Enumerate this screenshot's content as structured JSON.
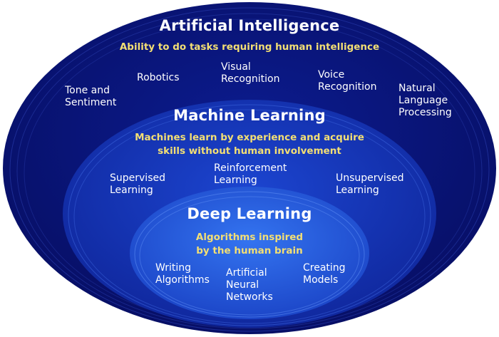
{
  "ai": {
    "title": "Artificial Intelligence",
    "subtitle": "Ability to do tasks requiring human intelligence",
    "items": [
      "Tone and\nSentiment",
      "Robotics",
      "Visual\nRecognition",
      "Voice\nRecognition",
      "Natural\nLanguage\nProcessing"
    ]
  },
  "ml": {
    "title": "Machine Learning",
    "subtitle": "Machines learn by experience and acquire\nskills without human involvement",
    "items": [
      "Supervised\nLearning",
      "Reinforcement\nLearning",
      "Unsupervised\nLearning"
    ]
  },
  "dl": {
    "title": "Deep Learning",
    "subtitle": "Algorithms inspired\nby the human brain",
    "items": [
      "Writing\nAlgorithms",
      "Artificial\nNeural\nNetworks",
      "Creating\nModels"
    ]
  },
  "colors": {
    "outer": "#0a137a",
    "middle": "#1637c2",
    "inner": "#2a63e6",
    "highlight": "#f3df74"
  }
}
